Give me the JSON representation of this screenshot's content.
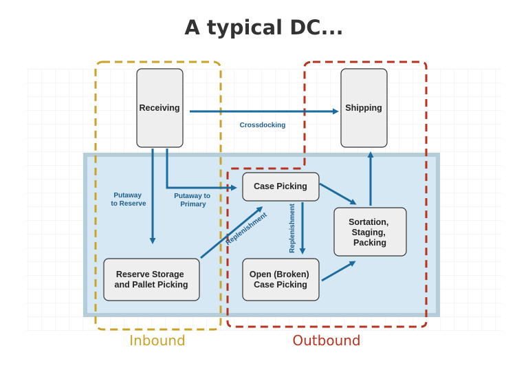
{
  "title": "A typical DC...",
  "colors": {
    "inbound": "#c9a227",
    "outbound": "#b8321e",
    "arrow": "#1c6b9e",
    "storage_area": "#d5e8f3",
    "box_fill": "#eeeeee",
    "box_stroke": "#333333"
  },
  "nodes": {
    "receiving": "Receiving",
    "shipping": "Shipping",
    "case_picking": "Case Picking",
    "reserve_storage": [
      "Reserve Storage",
      "and Pallet Picking"
    ],
    "open_case": [
      "Open (Broken)",
      "Case Picking"
    ],
    "sortation": [
      "Sortation,",
      "Staging,",
      "Packing"
    ]
  },
  "flows": {
    "crossdocking": "Crossdocking",
    "putaway_reserve": [
      "Putaway",
      "to Reserve"
    ],
    "putaway_primary": [
      "Putaway to",
      "Primary"
    ],
    "replenishment_diagonal": "Replenishment",
    "replenishment_vertical": "Replenishment"
  },
  "zones": {
    "inbound": "Inbound",
    "outbound": "Outbound"
  }
}
